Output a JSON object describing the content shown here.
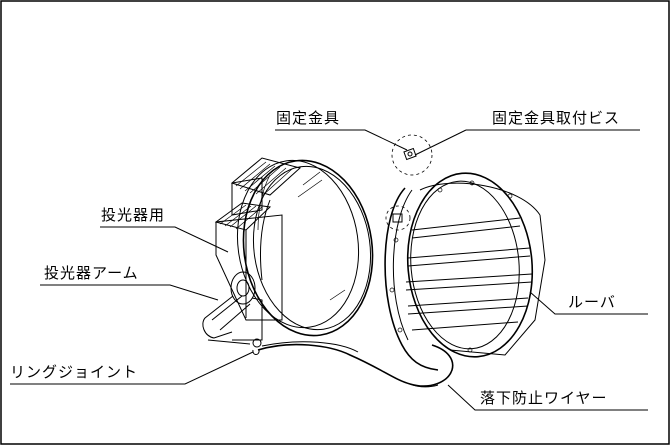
{
  "labels": {
    "bracket": "固定金具",
    "bracket_screw": "固定金具取付ビス",
    "floodlight": "投光器用",
    "floodlight_arm": "投光器アーム",
    "ring_joint": "リングジョイント",
    "louver": "ルーバ",
    "safety_wire": "落下防止ワイヤー"
  },
  "colors": {
    "line": "#000000",
    "background": "#ffffff"
  }
}
